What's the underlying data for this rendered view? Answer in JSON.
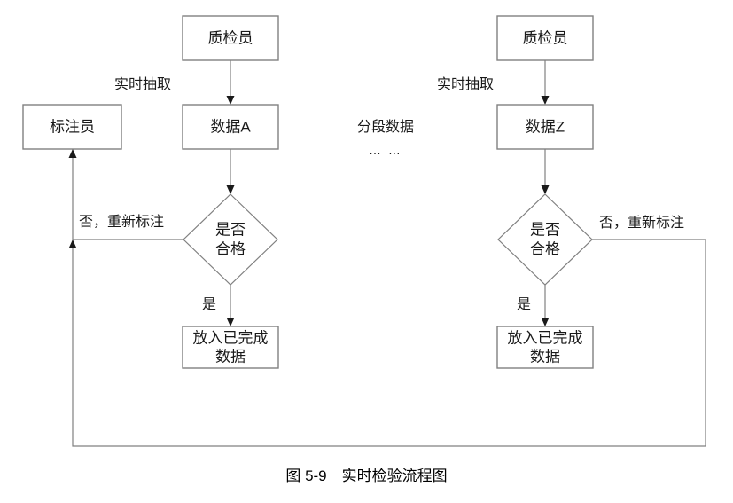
{
  "figure": {
    "caption": "图 5-9 实时检验流程图",
    "caption_number": "图 5-9",
    "caption_title": "实时检验流程图"
  },
  "left_branch": {
    "inspector": "质检员",
    "annotator": "标注员",
    "data": "数据A",
    "decision_line1": "是否",
    "decision_line2": "合格",
    "done_line1": "放入已完成",
    "done_line2": "数据",
    "edge_extract": "实时抽取",
    "edge_yes": "是",
    "edge_no": "否，重新标注"
  },
  "right_branch": {
    "inspector": "质检员",
    "data": "数据Z",
    "decision_line1": "是否",
    "decision_line2": "合格",
    "done_line1": "放入已完成",
    "done_line2": "数据",
    "edge_extract": "实时抽取",
    "edge_yes": "是",
    "edge_no": "否，重新标注"
  },
  "middle_note": {
    "label": "分段数据",
    "ellipsis": "…  …"
  },
  "colors": {
    "box_stroke": "#808080",
    "line_stroke": "#808080",
    "arrow_fill": "#1a1a1a",
    "text": "#1a1a1a",
    "background": "#ffffff"
  }
}
